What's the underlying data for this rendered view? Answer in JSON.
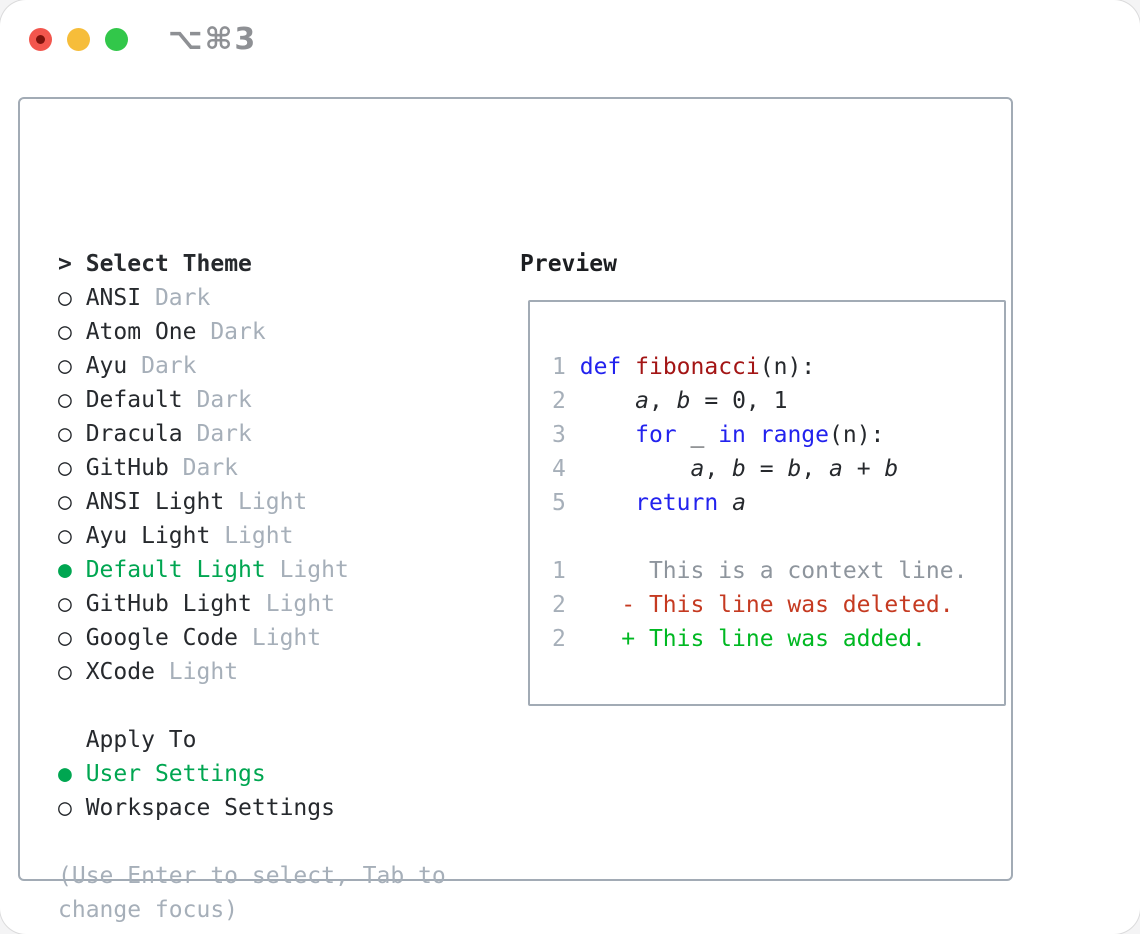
{
  "titlebar": {
    "title": "⌥⌘3"
  },
  "theme_selector": {
    "prompt": ">",
    "header": "Select Theme",
    "marker_selected": "●",
    "marker_unselected": "○",
    "items": [
      {
        "name": "ANSI",
        "variant": "Dark",
        "selected": false
      },
      {
        "name": "Atom One",
        "variant": "Dark",
        "selected": false
      },
      {
        "name": "Ayu",
        "variant": "Dark",
        "selected": false
      },
      {
        "name": "Default",
        "variant": "Dark",
        "selected": false
      },
      {
        "name": "Dracula",
        "variant": "Dark",
        "selected": false
      },
      {
        "name": "GitHub",
        "variant": "Dark",
        "selected": false
      },
      {
        "name": "ANSI Light",
        "variant": "Light",
        "selected": false
      },
      {
        "name": "Ayu Light",
        "variant": "Light",
        "selected": false
      },
      {
        "name": "Default Light",
        "variant": "Light",
        "selected": true
      },
      {
        "name": "GitHub Light",
        "variant": "Light",
        "selected": false
      },
      {
        "name": "Google Code",
        "variant": "Light",
        "selected": false
      },
      {
        "name": "XCode",
        "variant": "Light",
        "selected": false
      }
    ]
  },
  "apply_to": {
    "header": "Apply To",
    "options": [
      {
        "label": "User Settings",
        "selected": true
      },
      {
        "label": "Workspace Settings",
        "selected": false
      }
    ]
  },
  "help": {
    "line1": "(Use Enter to select, Tab to",
    "line2": "change focus)"
  },
  "preview": {
    "header": "Preview",
    "code_lines": [
      [
        [
          "ln",
          "1"
        ],
        [
          "pl",
          " "
        ],
        [
          "kw",
          "def"
        ],
        [
          "pl",
          " "
        ],
        [
          "fn",
          "fibonacci"
        ],
        [
          "pl",
          "(n):"
        ]
      ],
      [
        [
          "ln",
          "2"
        ],
        [
          "pl",
          "     "
        ],
        [
          "var",
          "a"
        ],
        [
          "pl",
          ", "
        ],
        [
          "var",
          "b"
        ],
        [
          "pl",
          " = 0, 1"
        ]
      ],
      [
        [
          "ln",
          "3"
        ],
        [
          "pl",
          "     "
        ],
        [
          "kw",
          "for"
        ],
        [
          "pl",
          " _ "
        ],
        [
          "kw",
          "in"
        ],
        [
          "pl",
          " "
        ],
        [
          "kw",
          "range"
        ],
        [
          "pl",
          "(n):"
        ]
      ],
      [
        [
          "ln",
          "4"
        ],
        [
          "pl",
          "         "
        ],
        [
          "var",
          "a"
        ],
        [
          "pl",
          ", "
        ],
        [
          "var",
          "b"
        ],
        [
          "pl",
          " = "
        ],
        [
          "var",
          "b"
        ],
        [
          "pl",
          ", "
        ],
        [
          "var",
          "a"
        ],
        [
          "pl",
          " + "
        ],
        [
          "var",
          "b"
        ]
      ],
      [
        [
          "ln",
          "5"
        ],
        [
          "pl",
          "     "
        ],
        [
          "kw",
          "return"
        ],
        [
          "pl",
          " "
        ],
        [
          "var",
          "a"
        ]
      ],
      [],
      [
        [
          "ln",
          "1"
        ],
        [
          "pl",
          "      "
        ],
        [
          "ctx",
          "This is a context line."
        ]
      ],
      [
        [
          "ln",
          "2"
        ],
        [
          "pl",
          "    "
        ],
        [
          "del",
          "- This line was deleted."
        ]
      ],
      [
        [
          "ln",
          "2"
        ],
        [
          "pl",
          "    "
        ],
        [
          "add",
          "+ This line was added."
        ]
      ]
    ]
  },
  "colors": {
    "accent_green": "#00a651",
    "keyword_blue": "#2222ee",
    "function_red": "#a31515",
    "diff_deleted_red": "#c53a21",
    "diff_added_green": "#00b822",
    "muted_gray": "#a6afb9",
    "panel_border_gray": "#a2abb5",
    "traffic_red": "#f2564d",
    "traffic_yellow": "#f6bd3a",
    "traffic_green": "#32c74a"
  }
}
